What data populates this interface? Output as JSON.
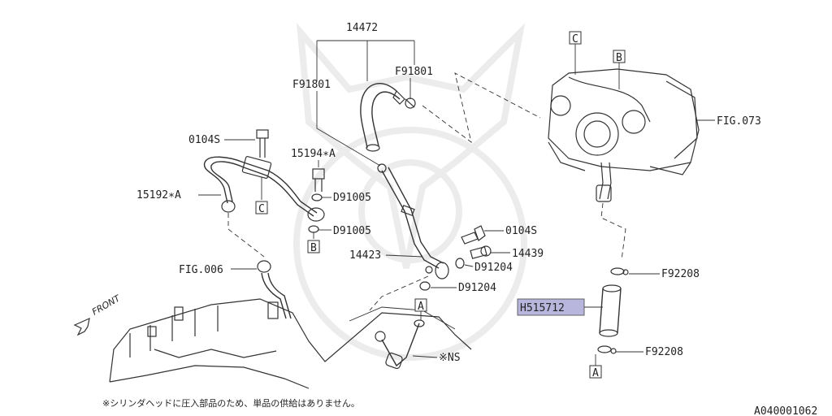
{
  "labels": {
    "p14472": "14472",
    "f91801_left": "F91801",
    "f91801_right": "F91801",
    "p0104s_top": "0104S",
    "p15194a": "15194∗A",
    "p15192a": "15192∗A",
    "d91005_top": "D91005",
    "d91005_bottom": "D91005",
    "fig006": "FIG.006",
    "p14423": "14423",
    "p0104s_right": "0104S",
    "p14439": "14439",
    "d91204_top": "D91204",
    "d91204_bottom": "D91204",
    "ns": "※NS",
    "fig073": "FIG.073",
    "f92208_top": "F92208",
    "f92208_bottom": "F92208",
    "h515712": "H515712",
    "front": "FRONT"
  },
  "refs": {
    "c_top": "C",
    "b_top": "B",
    "c_left": "C",
    "b_left": "B",
    "a_mid": "A",
    "a_right": "A"
  },
  "footnote": "※シリンダヘッドに圧入部品のため、単品の供給はありません。",
  "diagram_id": "A040001062",
  "colors": {
    "highlight": "#b9b6dd",
    "line": "#333333"
  }
}
